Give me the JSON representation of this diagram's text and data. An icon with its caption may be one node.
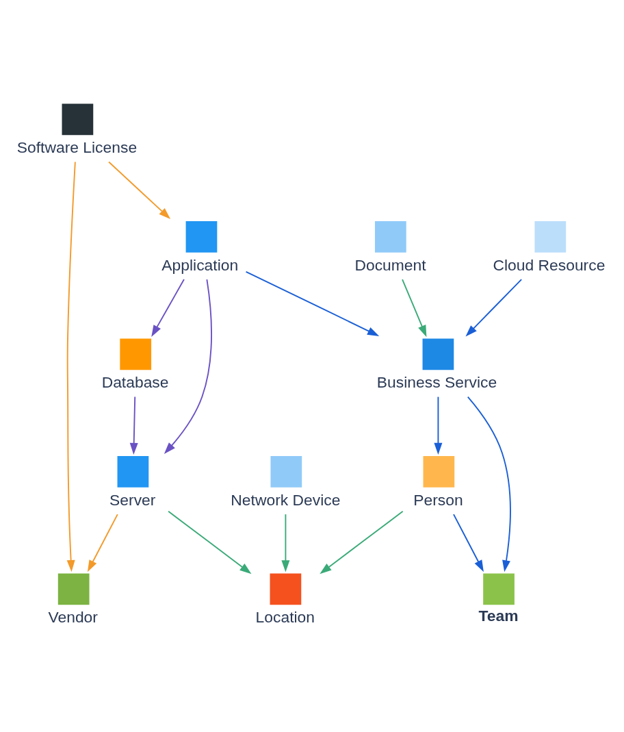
{
  "diagram": {
    "nodes": [
      {
        "text": [
          "Database"
        ]
      },
      {
        "text": [
          "Server"
        ]
      },
      {
        "text": [
          "Application"
        ]
      },
      {
        "text": [
          "Document"
        ]
      },
      {
        "text": [
          "Software License"
        ]
      },
      {
        "text": [
          "Vendor"
        ]
      },
      {
        "text": [
          "Business Service"
        ]
      },
      {
        "text": [
          "Person"
        ]
      },
      {
        "text": [
          "Location"
        ]
      },
      {
        "text": [
          "Cloud Resource"
        ]
      },
      {
        "text": [
          "Team"
        ]
      },
      {
        "text": [
          "Network Device"
        ]
      }
    ],
    "edges": [
      {
        "from": 0,
        "to": 1,
        "arrow": "to",
        "color": "#6a52c4"
      },
      {
        "from": 2,
        "to": 0,
        "arrow": "to",
        "color": "#6a52c4"
      },
      {
        "from": 2,
        "to": 1,
        "arrow": "to",
        "color": "#6a52c4"
      },
      {
        "from": 2,
        "to": 6,
        "arrow": "to",
        "color": "#1a5fd6"
      },
      {
        "from": 4,
        "to": 2,
        "arrow": "to",
        "color": "#f39a2b"
      },
      {
        "from": 4,
        "to": 5,
        "arrow": "to",
        "color": "#f39a2b"
      },
      {
        "from": 1,
        "to": 5,
        "arrow": "to",
        "color": "#f39a2b"
      },
      {
        "from": 1,
        "to": 8,
        "arrow": "to",
        "color": "#3aaa78"
      },
      {
        "from": 3,
        "to": 6,
        "arrow": "to",
        "color": "#3aaa78"
      },
      {
        "from": 6,
        "to": 7,
        "arrow": "to",
        "color": "#1a5fd6"
      },
      {
        "from": 6,
        "to": 10,
        "arrow": "to",
        "color": "#1a5fd6"
      },
      {
        "from": 7,
        "to": 10,
        "arrow": "to",
        "color": "#1a5fd6"
      },
      {
        "from": 7,
        "to": 8,
        "arrow": "to",
        "color": "#3aaa78"
      },
      {
        "from": 9,
        "to": 6,
        "arrow": "to",
        "color": "#1a5fd6"
      },
      {
        "from": 11,
        "to": 8,
        "arrow": "to",
        "color": "#3aaa78"
      }
    ]
  }
}
